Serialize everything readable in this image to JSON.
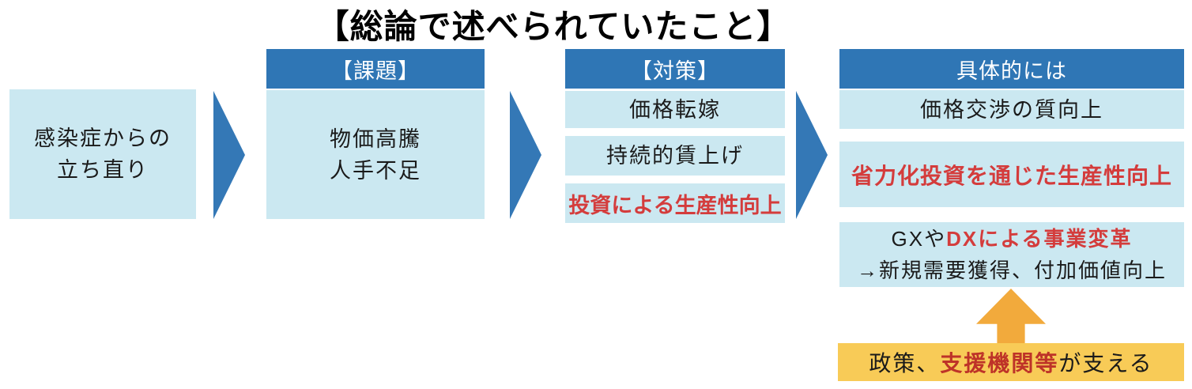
{
  "title": "【総論で述べられていたこと】",
  "colors": {
    "header_blue": "#2F76B5",
    "light_blue": "#CBE8F1",
    "arrow_blue": "#3478B6",
    "accent_red": "#D43C3C",
    "support_red": "#BE3328",
    "arrow_orange": "#F2AA3C",
    "support_yellow": "#F8CB57",
    "title_black": "#000000"
  },
  "stage": {
    "line1": "感染症からの",
    "line2": "立ち直り"
  },
  "issues": {
    "header": "【課題】",
    "line1": "物価高騰",
    "line2": "人手不足"
  },
  "measures": {
    "header": "【対策】",
    "items": [
      "価格転嫁",
      "持続的賃上げ",
      "投資による生産性向上"
    ]
  },
  "details": {
    "header": "具体的には",
    "item1": "価格交渉の質向上",
    "item2": "省力化投資を通じた生産性向上",
    "item3_line1_prefix": "GXや",
    "item3_line1_red": "DXによる事業変革",
    "item3_line2": "→新規需要獲得、付加価値向上"
  },
  "support": {
    "prefix": "政策、",
    "highlight": "支援機関等",
    "suffix": "が支える"
  }
}
